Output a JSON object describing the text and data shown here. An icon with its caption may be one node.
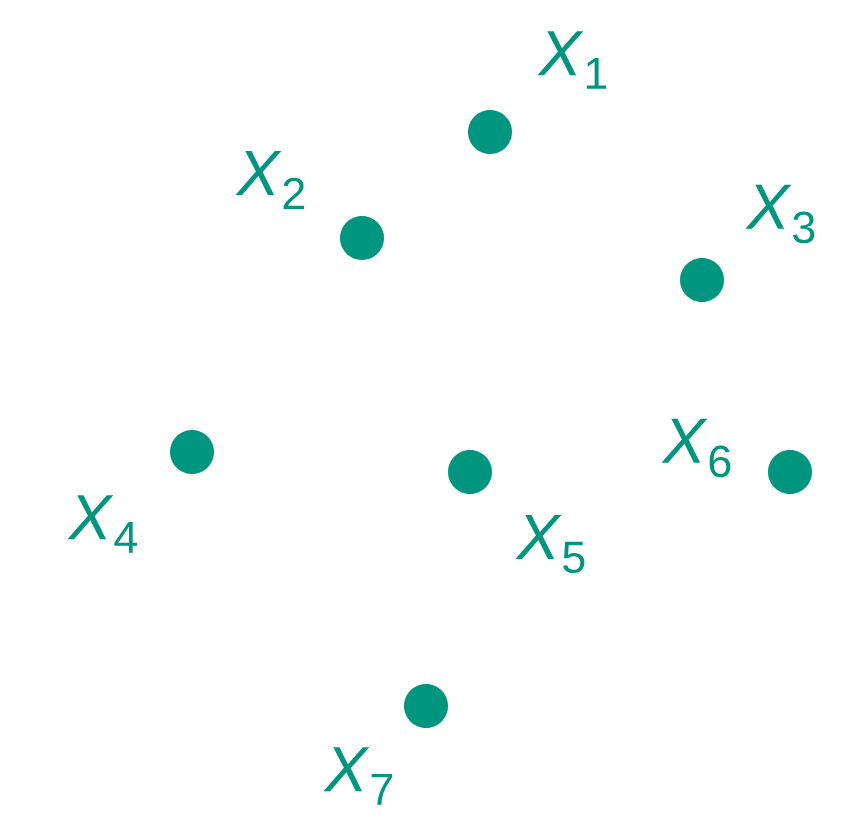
{
  "diagram": {
    "nodes": [
      {
        "text": [],
        "shape": "circle",
        "beside": [
          "*X*$_{1}$"
        ]
      },
      {
        "text": [],
        "shape": "circle",
        "beside": [
          "*X*$_{2}$"
        ]
      },
      {
        "text": [],
        "shape": "circle",
        "beside": [
          "*X*$_{3}$"
        ]
      },
      {
        "text": [],
        "shape": "circle",
        "beside": [
          "*X*$_{4}$"
        ]
      },
      {
        "text": [],
        "shape": "circle",
        "beside": [
          "*X*$_{5}$"
        ]
      },
      {
        "text": [],
        "shape": "circle",
        "beside": [
          "*X*$_{6}$"
        ]
      },
      {
        "text": [],
        "shape": "circle",
        "beside": [
          "*X*$_{7}$"
        ]
      }
    ]
  }
}
